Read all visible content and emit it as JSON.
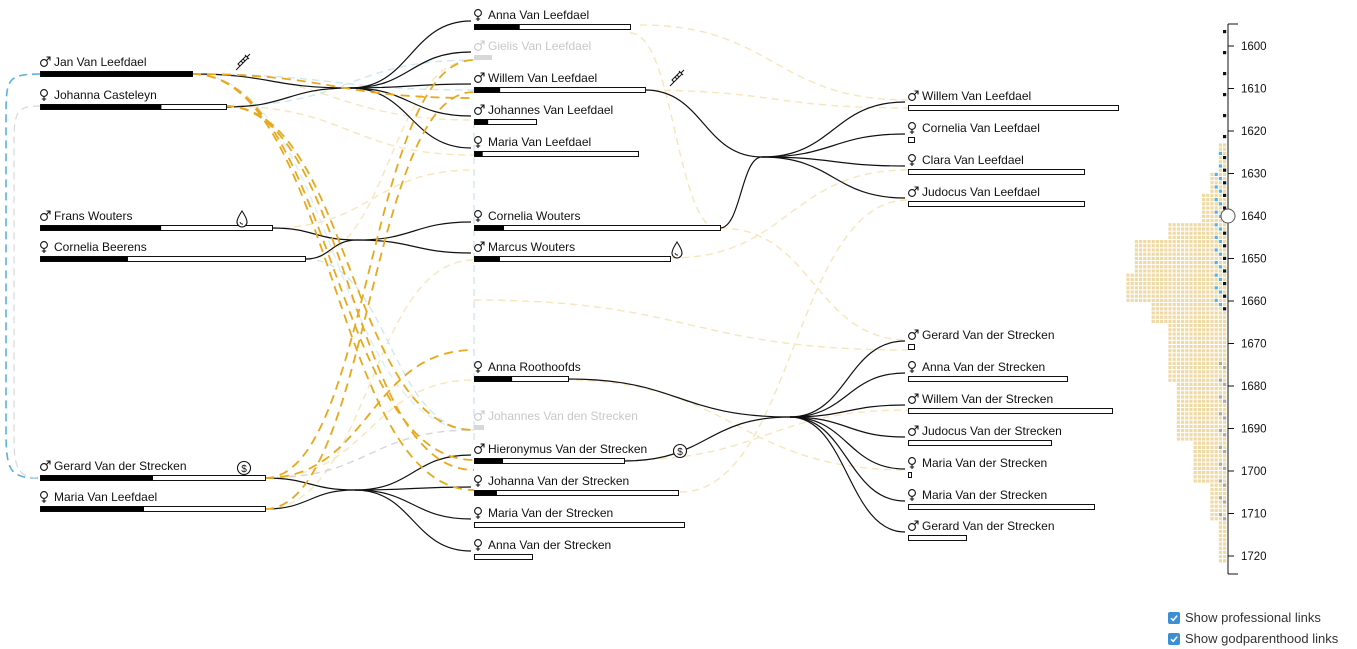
{
  "persons": [
    {
      "id": "jan",
      "name": "Jan Van Leefdael",
      "sex": "m",
      "icon": "syringe-icon",
      "life": 1.0
    },
    {
      "id": "joh",
      "name": "Johanna Casteleyn",
      "sex": "f",
      "life": 0.65
    },
    {
      "id": "fra",
      "name": "Frans Wouters",
      "sex": "m",
      "icon": "drop-icon",
      "life": 0.52
    },
    {
      "id": "cor",
      "name": "Cornelia Beerens",
      "sex": "f",
      "life": 0.33
    },
    {
      "id": "ger",
      "name": "Gerard Van der Strecken",
      "sex": "m",
      "icon": "dollar-icon",
      "life": 0.5
    },
    {
      "id": "mar",
      "name": "Maria Van Leefdael",
      "sex": "f",
      "life": 0.46
    },
    {
      "id": "ann",
      "name": "Anna Van Leefdael",
      "sex": "f",
      "life": 0.29
    },
    {
      "id": "gie",
      "name": "Gielis Van Leefdael",
      "sex": "m",
      "dim": true
    },
    {
      "id": "wil",
      "name": "Willem Van Leefdael",
      "sex": "m",
      "icon": "syringe-icon",
      "life": 0.15
    },
    {
      "id": "jhs",
      "name": "Johannes Van Leefdael",
      "sex": "m",
      "life": 0.22
    },
    {
      "id": "mvl",
      "name": "Maria Van Leefdael",
      "sex": "f",
      "life": 0.05
    },
    {
      "id": "cwo",
      "name": "Cornelia Wouters",
      "sex": "f",
      "life": 0.12
    },
    {
      "id": "mwo",
      "name": "Marcus Wouters",
      "sex": "m",
      "icon": "drop-icon",
      "life": 0.13
    },
    {
      "id": "aro",
      "name": "Anna Roothoofds",
      "sex": "f",
      "life": 0.4
    },
    {
      "id": "jvd",
      "name": "Johannes Van den Strecken",
      "sex": "m",
      "dim": true
    },
    {
      "id": "hie",
      "name": "Hieronymus Van der Strecken",
      "sex": "m",
      "icon": "dollar-icon",
      "life": 0.19
    },
    {
      "id": "jvs",
      "name": "Johanna Van der Strecken",
      "sex": "f",
      "life": 0.11
    },
    {
      "id": "mvs",
      "name": "Maria Van der Strecken",
      "sex": "f",
      "life": 0.0
    },
    {
      "id": "avs",
      "name": "Anna Van der Strecken",
      "sex": "f",
      "life": 0.0
    },
    {
      "id": "wl2",
      "name": "Willem Van Leefdael",
      "sex": "m",
      "life": 0.0
    },
    {
      "id": "cvl",
      "name": "Cornelia Van Leefdael",
      "sex": "f",
      "life": 0.0
    },
    {
      "id": "cla",
      "name": "Clara Van Leefdael",
      "sex": "f",
      "life": 0.0
    },
    {
      "id": "jud",
      "name": "Judocus Van Leefdael",
      "sex": "m",
      "life": 0.0
    },
    {
      "id": "gs2",
      "name": "Gerard Van der Strecken",
      "sex": "m",
      "life": 0.0
    },
    {
      "id": "as2",
      "name": "Anna Van der Strecken",
      "sex": "f",
      "life": 0.0
    },
    {
      "id": "ws2",
      "name": "Willem Van der Strecken",
      "sex": "m",
      "life": 0.0
    },
    {
      "id": "jds",
      "name": "Judocus Van der Strecken",
      "sex": "m",
      "life": 0.0
    },
    {
      "id": "ms2",
      "name": "Maria Van der Strecken",
      "sex": "f",
      "life": 0.0
    },
    {
      "id": "ms3",
      "name": "Maria Van der Strecken",
      "sex": "f",
      "life": 0.0
    },
    {
      "id": "gs3",
      "name": "Gerard Van der Strecken",
      "sex": "m",
      "life": 0.0
    }
  ],
  "timeline": {
    "ticks": [
      "1600",
      "1610",
      "1620",
      "1630",
      "1640",
      "1650",
      "1660",
      "1670",
      "1680",
      "1690",
      "1700",
      "1710",
      "1720"
    ],
    "selected_year": 1640
  },
  "controls": {
    "professional_label": "Show professional links",
    "professional_checked": true,
    "godparent_label": "Show godparenthood links",
    "godparent_checked": true
  },
  "colors": {
    "family_link": "#111111",
    "professional_link": "#e8a81c",
    "godparent_link": "#5bb1dd",
    "bar_fill": "#000000",
    "histogram": "#efd9a4"
  }
}
